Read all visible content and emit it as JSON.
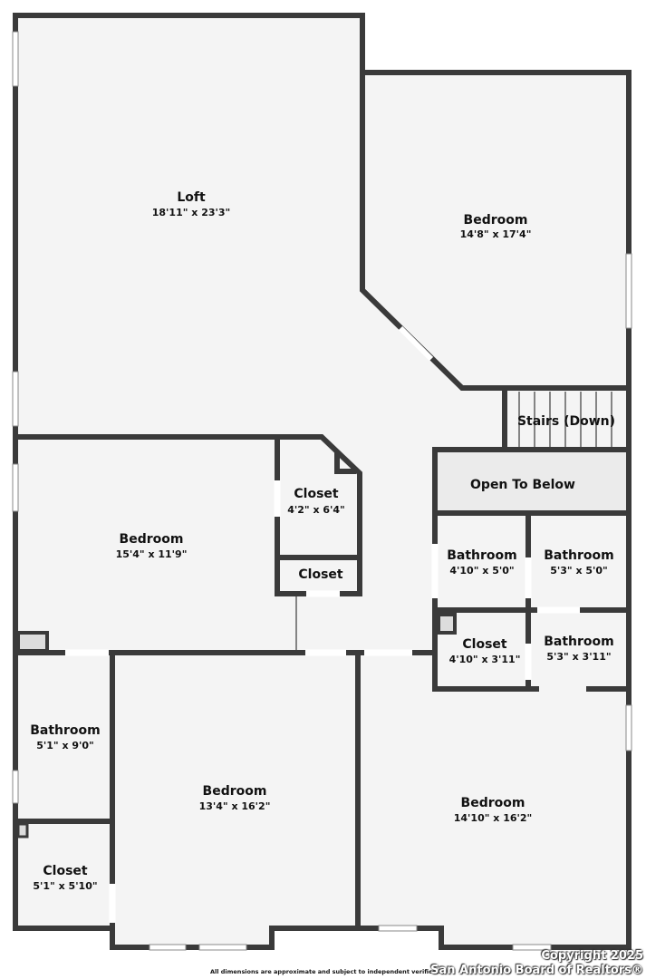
{
  "rooms": {
    "loft": {
      "name": "Loft",
      "dims": "18'11\" x 23'3\""
    },
    "bedroom_ne": {
      "name": "Bedroom",
      "dims": "14'8\" x 17'4\""
    },
    "stairs": {
      "name": "Stairs (Down)"
    },
    "open_below": {
      "name": "Open To Below"
    },
    "closet_mid": {
      "name": "Closet",
      "dims": "4'2\" x 6'4\""
    },
    "closet_small": {
      "name": "Closet"
    },
    "bedroom_w": {
      "name": "Bedroom",
      "dims": "15'4\" x 11'9\""
    },
    "bath_a": {
      "name": "Bathroom",
      "dims": "4'10\" x 5'0\""
    },
    "bath_b": {
      "name": "Bathroom",
      "dims": "5'3\" x 5'0\""
    },
    "closet_e": {
      "name": "Closet",
      "dims": "4'10\" x 3'11\""
    },
    "bath_c": {
      "name": "Bathroom",
      "dims": "5'3\" x 3'11\""
    },
    "bath_sw": {
      "name": "Bathroom",
      "dims": "5'1\" x 9'0\""
    },
    "closet_sw": {
      "name": "Closet",
      "dims": "5'1\" x 5'10\""
    },
    "bedroom_s": {
      "name": "Bedroom",
      "dims": "13'4\" x 16'2\""
    },
    "bedroom_se": {
      "name": "Bedroom",
      "dims": "14'10\" x 16'2\""
    }
  },
  "footer": {
    "disclaimer": "All dimensions are approximate and subject to independent verification",
    "copyright_line1": "Copyright 2025",
    "copyright_line2": "San Antonio Board of Realtors®"
  },
  "colors": {
    "floor": "#f4f4f4",
    "wall": "#3a3a3a",
    "open_below": "#ebebeb"
  }
}
